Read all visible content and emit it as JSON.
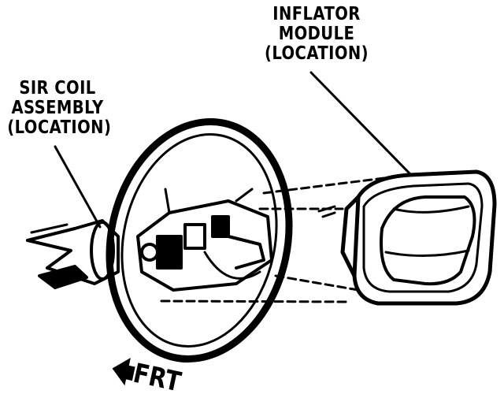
{
  "labels": {
    "inflator": [
      "INFLATOR",
      "MODULE",
      "(LOCATION)"
    ],
    "sir_coil": [
      "SIR COIL",
      "ASSEMBLY",
      "(LOCATION)"
    ],
    "front": "FRT"
  }
}
